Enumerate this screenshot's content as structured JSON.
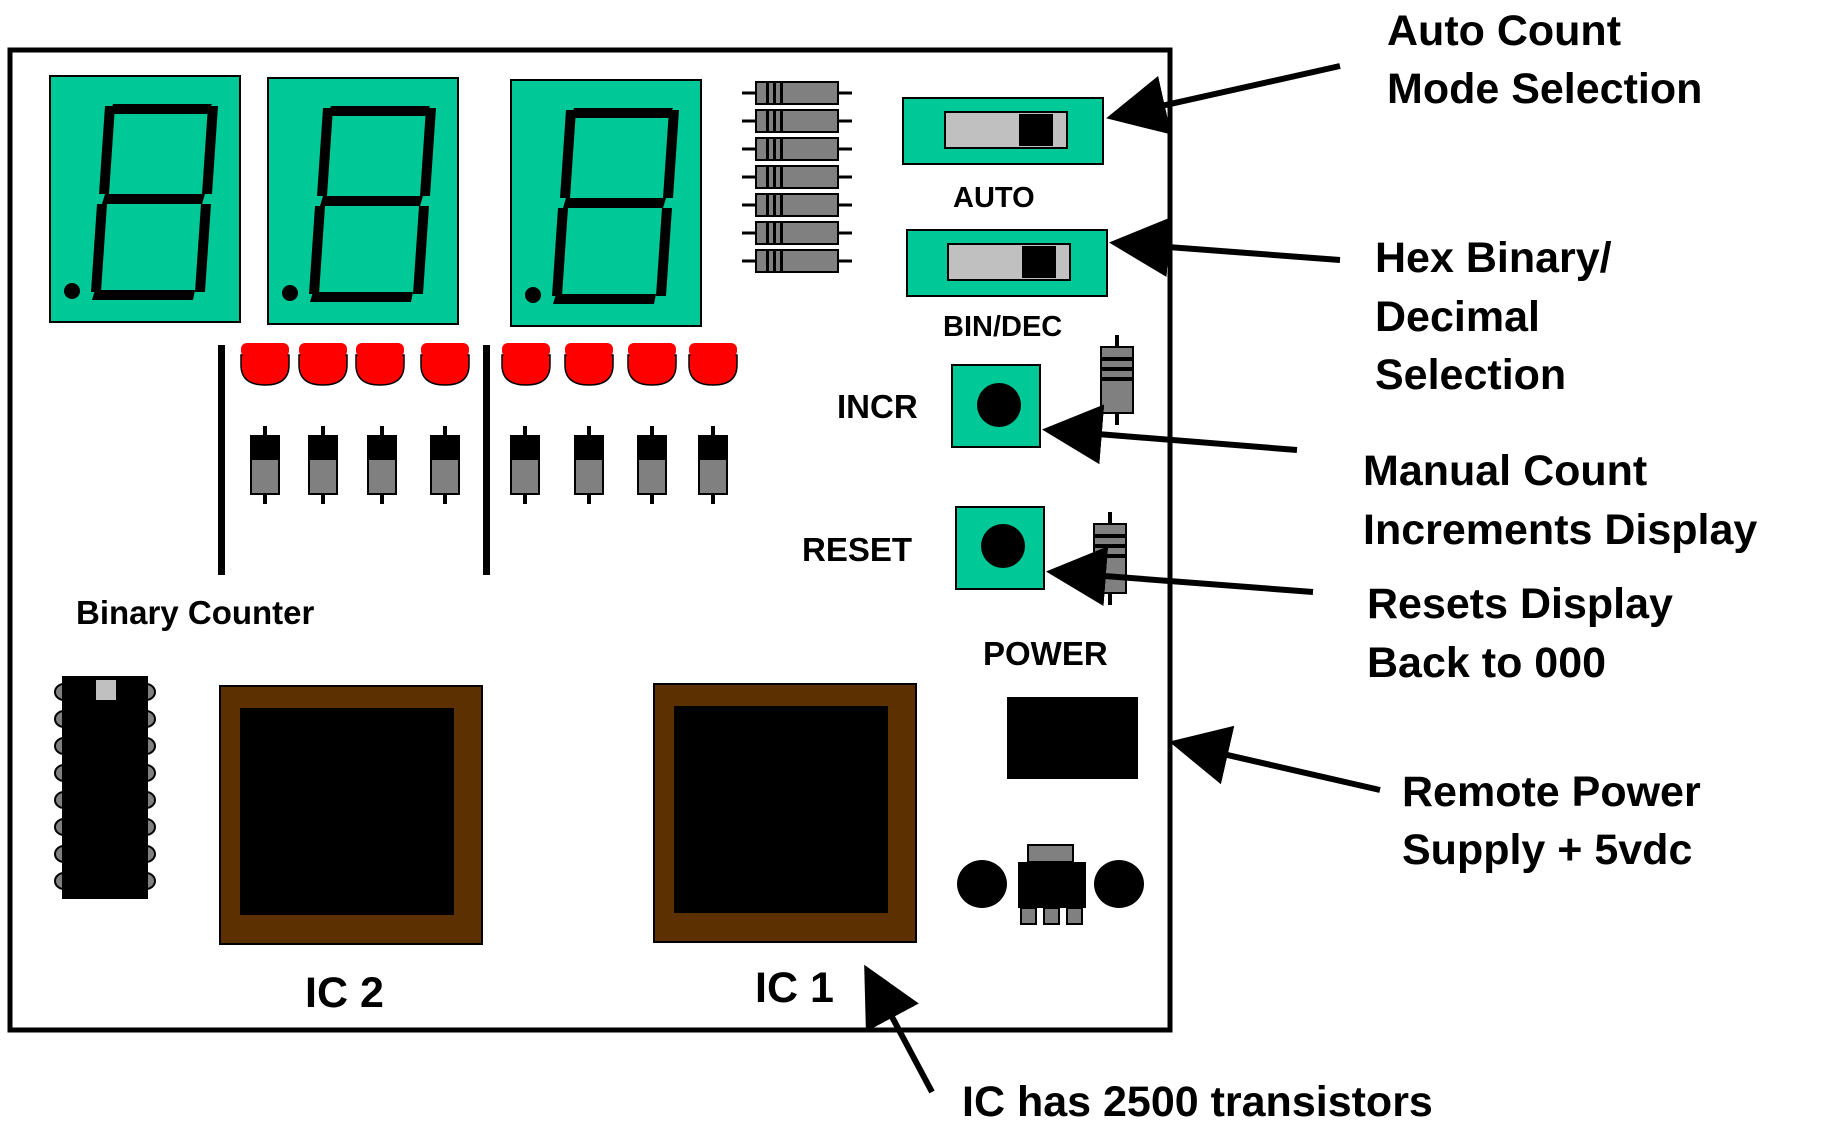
{
  "board": {
    "binary_counter_label": "Binary Counter",
    "auto_label": "AUTO",
    "bindec_label": "BIN/DEC",
    "incr_label": "INCR",
    "reset_label": "RESET",
    "power_label": "POWER",
    "ic2_label": "IC 2",
    "ic1_label": "IC 1"
  },
  "callouts": {
    "auto_count": [
      "Auto Count",
      "Mode Selection"
    ],
    "hex_binary": [
      "Hex Binary/",
      "Decimal",
      "Selection"
    ],
    "manual_count": [
      "Manual Count",
      "Increments Display"
    ],
    "resets": [
      "Resets  Display",
      "Back to 000"
    ],
    "remote_power": [
      "Remote Power",
      "Supply + 5vdc"
    ],
    "ic_transistors": "IC has 2500 transistors"
  },
  "colors": {
    "display_green": "#00c896",
    "led_red": "#ff0000",
    "ic_brown": "#5c3000",
    "resistor_gray": "#808080",
    "switch_gray": "#c0c0c0"
  },
  "icons": {
    "display": "seven-segment-display",
    "led": "red-led",
    "resistor": "resistor",
    "switch": "slide-switch",
    "button": "push-button",
    "chip": "dip-ic",
    "regulator": "voltage-regulator"
  },
  "components": {
    "display_count": 3,
    "led_count": 8,
    "resistor_count": 8,
    "resistor_network_pins": 7,
    "dip_pins_per_side": 8
  }
}
